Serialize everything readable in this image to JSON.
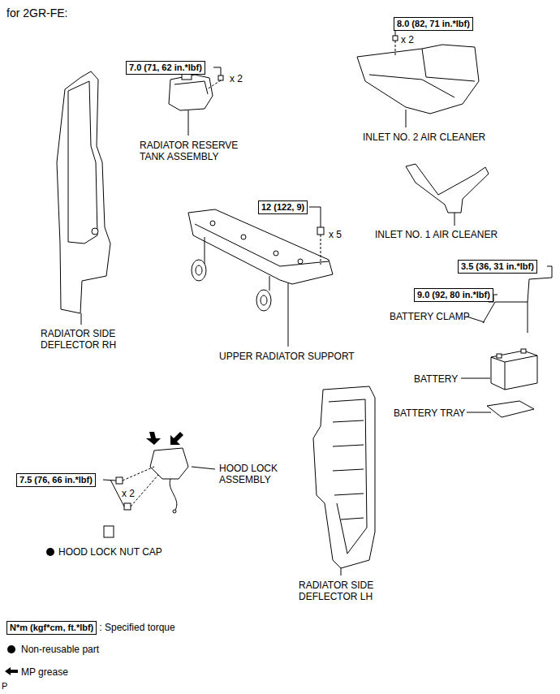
{
  "diagram": {
    "title": "for 2GR-FE:",
    "nodes": [
      {
        "text": [
          "7.0 (71, 62 in.*lbf)"
        ]
      },
      {
        "text": [
          "8.0 (82, 71 in.*lbf)"
        ]
      },
      {
        "text": [
          "12 (122, 9)"
        ]
      },
      {
        "text": [
          "3.5 (36, 31 in.*lbf)"
        ]
      },
      {
        "text": [
          "9.0 (92, 80 in.*lbf)"
        ]
      },
      {
        "text": [
          "7.5 (76, 66 in.*lbf)"
        ]
      },
      {
        "text": [
          "N*m (kgf*cm, ft.*lbf)"
        ]
      }
    ],
    "labels": [
      "x 2",
      "RADIATOR RESERVE TANK ASSEMBLY",
      "x 2",
      "INLET NO. 2 AIR CLEANER",
      "RADIATOR SIDE DEFLECTOR RH",
      "x 5",
      "INLET NO. 1 AIR CLEANER",
      "BATTERY CLAMP",
      "UPPER RADIATOR SUPPORT",
      "BATTERY",
      "BATTERY TRAY",
      "HOOD LOCK ASSEMBLY",
      "x 2",
      "HOOD LOCK NUT CAP",
      "RADIATOR SIDE DEFLECTOR LH",
      "P"
    ],
    "legend": [
      {
        "text": ": Specified torque"
      },
      {
        "text": "Non-reusable part"
      },
      {
        "text": "MP grease"
      }
    ]
  }
}
